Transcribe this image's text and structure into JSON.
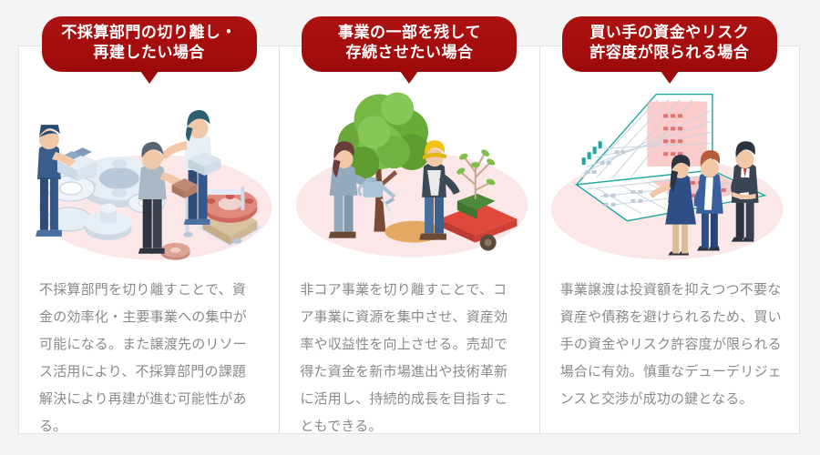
{
  "page": {
    "background_color": "#f4f4f4",
    "card_background": "#ffffff",
    "badge_color": "#a50d0d",
    "badge_text_color": "#ffffff",
    "body_text_color": "#8a8a8a",
    "divider_color": "#dedede",
    "ellipse_color": "#fbe6e8"
  },
  "columns": [
    {
      "badge": "不採算部門の切り離し・\n再建したい場合",
      "illustration_name": "gears-and-workers-isometric",
      "body": "不採算部門を切り離すことで、資金の効率化・主要事業への集中が可能になる。また譲渡先のリソース活用により、不採算部門の課題解決により再建が進む可能性がある。"
    },
    {
      "badge": "事業の一部を残して\n存続させたい場合",
      "illustration_name": "tree-planting-gardeners-isometric",
      "body": "非コア事業を切り離すことで、コア事業に資源を集中させ、資産効率や収益性を向上させる。売却で得た資金を新市場進出や技術革新に活用し、持続的成長を目指すこともできる。"
    },
    {
      "badge": "買い手の資金やリスク\n許容度が限られる場合",
      "illustration_name": "laptop-spreadsheet-business-people-isometric",
      "body": "事業譲渡は投資額を抑えつつ不要な資産や債務を避けられるため、買い手の資金やリスク許容度が限られる場合に有効。慎重なデューデリジェンスと交渉が成功の鍵となる。"
    }
  ]
}
